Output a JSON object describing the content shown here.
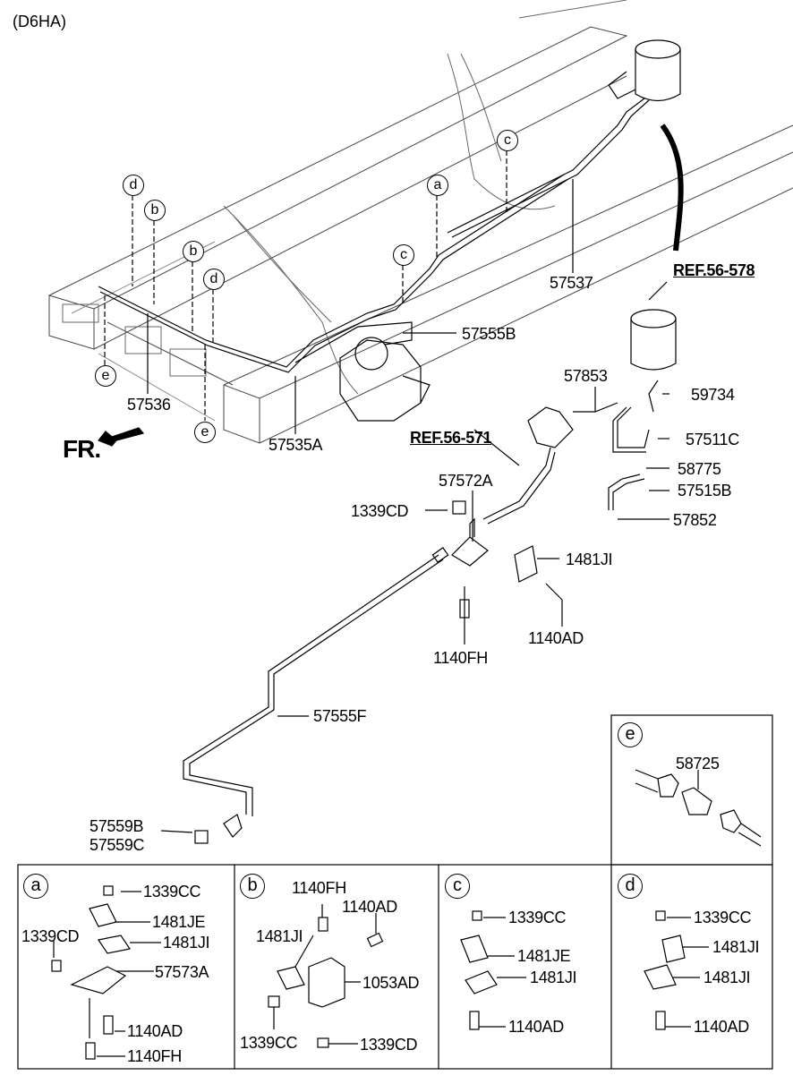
{
  "engine_code": "(D6HA)",
  "direction_label": "FR.",
  "references": {
    "ref_578": "REF.56-578",
    "ref_571": "REF.56-571"
  },
  "callouts": {
    "a": "a",
    "b": "b",
    "c": "c",
    "d": "d",
    "e": "e"
  },
  "parts": {
    "p57537": "57537",
    "p57555B": "57555B",
    "p57536": "57536",
    "p57535A": "57535A",
    "p57853": "57853",
    "p59734": "59734",
    "p57511C": "57511C",
    "p58775": "58775",
    "p57515B": "57515B",
    "p57852": "57852",
    "p57572A": "57572A",
    "p1339CD": "1339CD",
    "p1481JI": "1481JI",
    "p1140AD": "1140AD",
    "p1140FH": "1140FH",
    "p57555F": "57555F",
    "p57559B": "57559B",
    "p57559C": "57559C",
    "p58725": "58725"
  },
  "detail_panels": {
    "a": {
      "letter": "a",
      "labels": [
        "1339CC",
        "1481JE",
        "1339CD",
        "1481JI",
        "57573A",
        "1140AD",
        "1140FH"
      ]
    },
    "b": {
      "letter": "b",
      "labels": [
        "1140FH",
        "1140AD",
        "1481JI",
        "1053AD",
        "1339CC",
        "1339CD"
      ]
    },
    "c": {
      "letter": "c",
      "labels": [
        "1339CC",
        "1481JE",
        "1481JI",
        "1140AD"
      ]
    },
    "d": {
      "letter": "d",
      "labels": [
        "1339CC",
        "1481JI",
        "1481JI",
        "1140AD"
      ]
    },
    "e": {
      "letter": "e",
      "labels": [
        "58725"
      ]
    }
  }
}
